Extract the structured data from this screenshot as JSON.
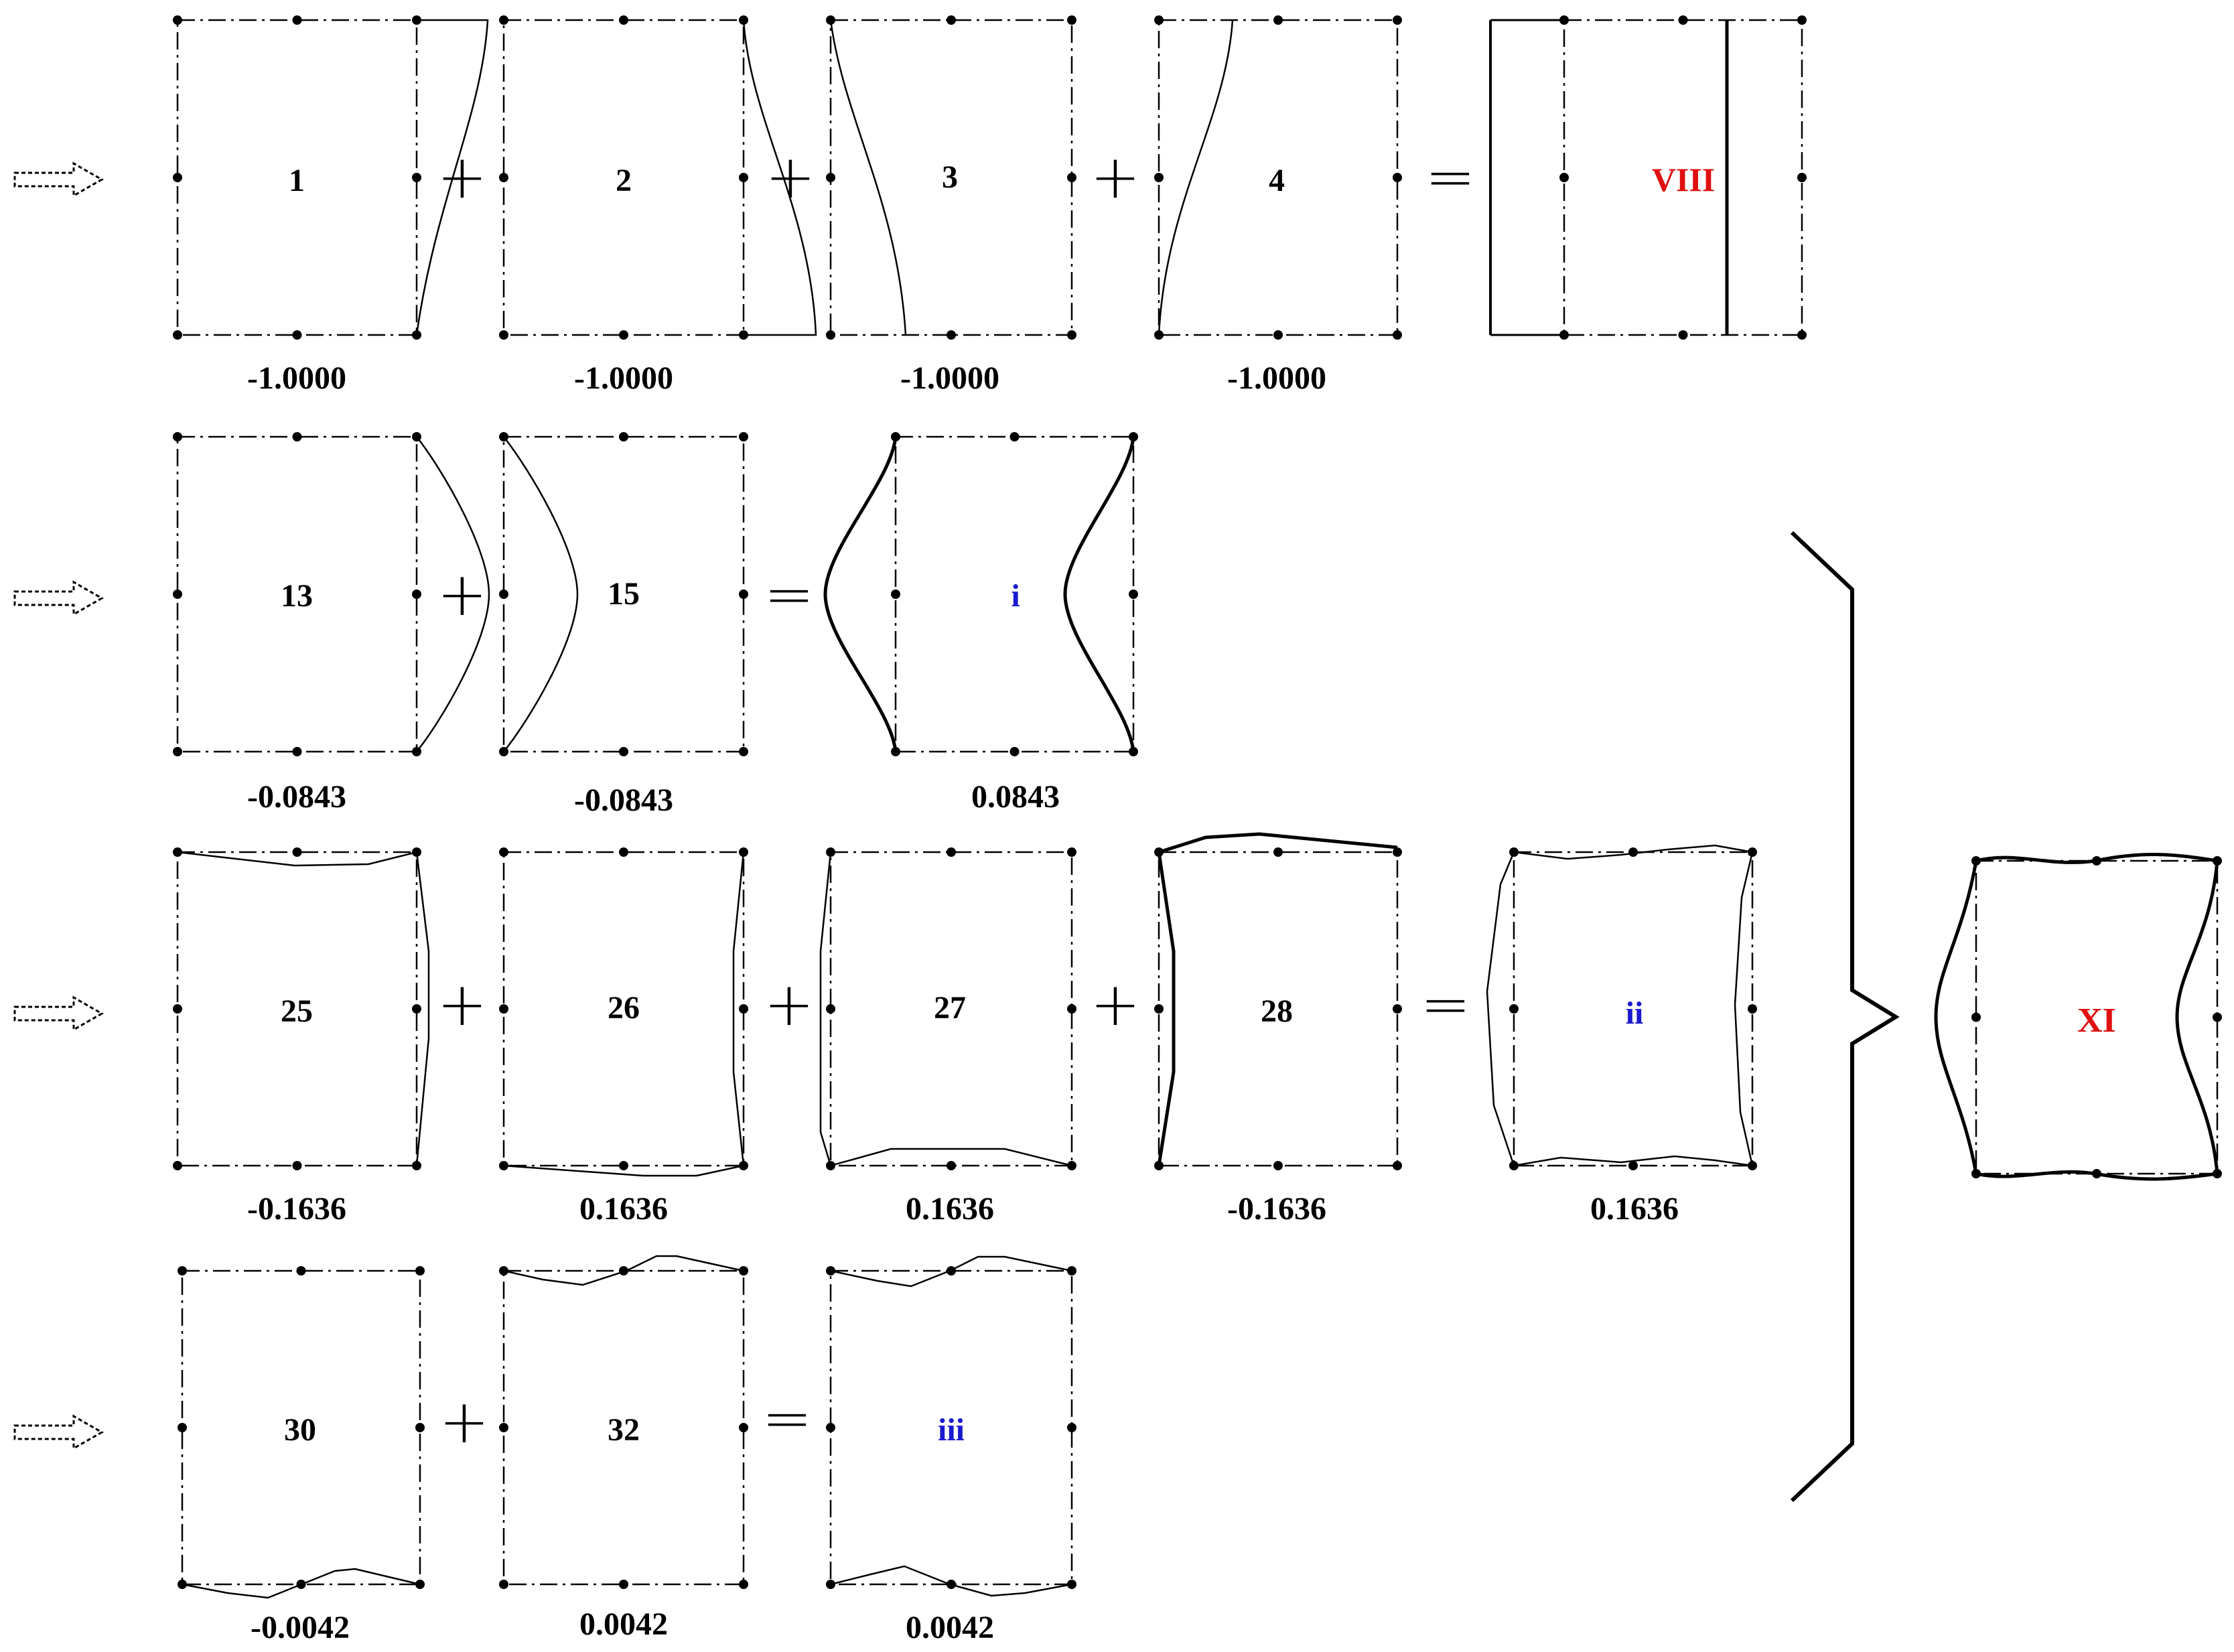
{
  "colors": {
    "ink": "#000000",
    "result": "#e01010",
    "sub": "#1a1ad0"
  },
  "rows": [
    {
      "id": "row-1",
      "modes": [
        {
          "label": "1",
          "coeff": "-1.0000"
        },
        {
          "label": "2",
          "coeff": "-1.0000"
        },
        {
          "label": "3",
          "coeff": "-1.0000"
        },
        {
          "label": "4",
          "coeff": "-1.0000"
        }
      ],
      "result": {
        "label": "VIII"
      }
    },
    {
      "id": "row-2",
      "modes": [
        {
          "label": "13",
          "coeff": "-0.0843"
        },
        {
          "label": "15",
          "coeff": "-0.0843"
        }
      ],
      "result": {
        "label": "i",
        "coeff": "0.0843"
      }
    },
    {
      "id": "row-3",
      "modes": [
        {
          "label": "25",
          "coeff": "-0.1636"
        },
        {
          "label": "26",
          "coeff": "0.1636"
        },
        {
          "label": "27",
          "coeff": "0.1636"
        },
        {
          "label": "28",
          "coeff": "-0.1636"
        }
      ],
      "result": {
        "label": "ii",
        "coeff": "0.1636"
      }
    },
    {
      "id": "row-4",
      "modes": [
        {
          "label": "30",
          "coeff": "-0.0042"
        },
        {
          "label": "32",
          "coeff": "0.0042"
        }
      ],
      "result": {
        "label": "iii",
        "coeff": "0.0042"
      }
    }
  ],
  "final": {
    "label": "XI"
  }
}
